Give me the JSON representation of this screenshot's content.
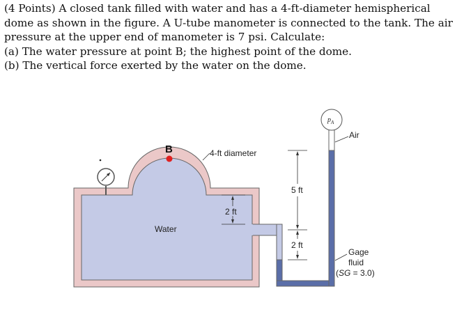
{
  "problem": {
    "intro": "(4 Points) A closed tank filled with water and has a 4-ft-diameter hemispherical dome as shown in the figure. A U-tube manometer is connected to the tank. The air pressure at the upper end of manometer is 7 psi. Calculate:",
    "part_a": "(a) The water pressure at point B; the highest point of the dome.",
    "part_b": "(b) The vertical force exerted by the water on the dome."
  },
  "figure": {
    "point_label": "B",
    "dome_label": "4-ft diameter",
    "water_label": "Water",
    "dim_tank": "2 ft",
    "dim_upper": "5 ft",
    "dim_lower": "2 ft",
    "pressure_label": "p",
    "pressure_sub": "A",
    "air_label": "Air",
    "gage_line1": "Gage",
    "gage_line2": "fluid",
    "gage_line3_a": "(",
    "gage_line3_sg": "SG",
    "gage_line3_b": " = 3.0)",
    "colors": {
      "water": "#c4cae6",
      "wall": "#ebc8c8",
      "gage_fluid": "#5a6ea8",
      "point_b": "#e02020"
    }
  }
}
